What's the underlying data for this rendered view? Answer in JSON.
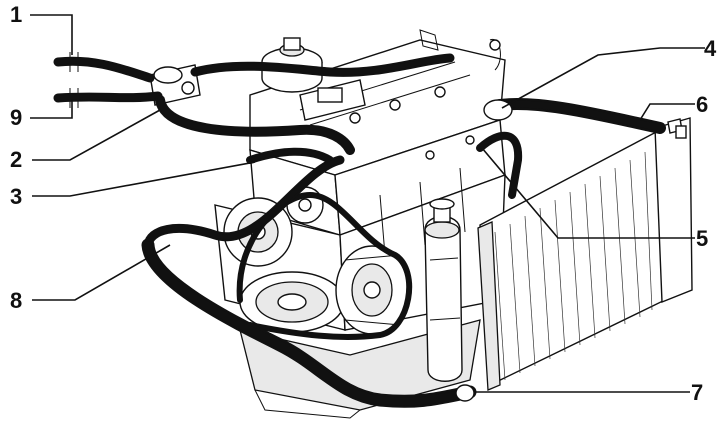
{
  "callouts": [
    {
      "id": "1",
      "label": "1"
    },
    {
      "id": "9",
      "label": "9"
    },
    {
      "id": "2",
      "label": "2"
    },
    {
      "id": "3",
      "label": "3"
    },
    {
      "id": "8",
      "label": "8"
    },
    {
      "id": "4",
      "label": "4"
    },
    {
      "id": "6",
      "label": "6"
    },
    {
      "id": "5",
      "label": "5"
    },
    {
      "id": "7",
      "label": "7"
    }
  ]
}
